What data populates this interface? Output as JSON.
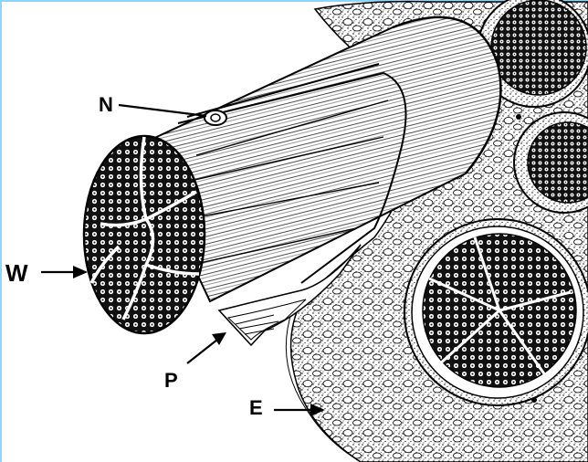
{
  "labels": {
    "n": "N",
    "w": "W",
    "p": "P",
    "e": "E"
  },
  "colors": {
    "ink": "#000000",
    "paper": "#ffffff",
    "frame": "#8fd3ff"
  }
}
